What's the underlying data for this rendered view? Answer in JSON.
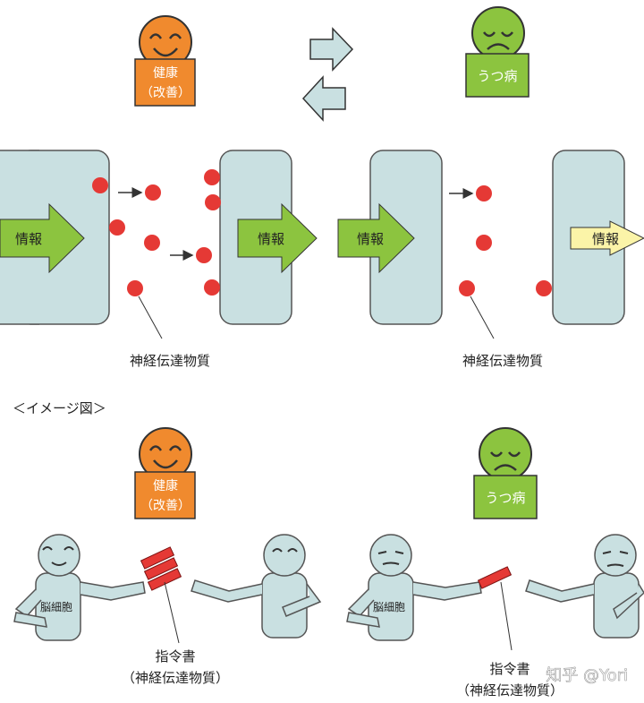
{
  "top_faces": {
    "healthy": {
      "line1": "健康",
      "line2": "（改善）"
    },
    "depressed": {
      "label": "うつ病"
    }
  },
  "bottom_faces": {
    "healthy": {
      "line1": "健康",
      "line2": "（改善）"
    },
    "depressed": {
      "label": "うつ病"
    }
  },
  "synapse": {
    "info_label": "情報",
    "neurotransmitter_label": "神経伝達物質"
  },
  "image_caption": "＜イメージ図＞",
  "cartoon": {
    "brain_cell_label": "脳細胞",
    "order_label_line1": "指令書",
    "order_label_line2": "（神経伝達物質）"
  },
  "watermark": "知乎 @Yori",
  "colors": {
    "happy_orange": "#f08a2e",
    "sad_green": "#8cc43f",
    "cell_fill": "#c9e0e1",
    "arrow_green": "#8cc43f",
    "dot_red": "#e53935",
    "pale_arrow": "#fbf4a8",
    "order_red": "#e53935"
  }
}
